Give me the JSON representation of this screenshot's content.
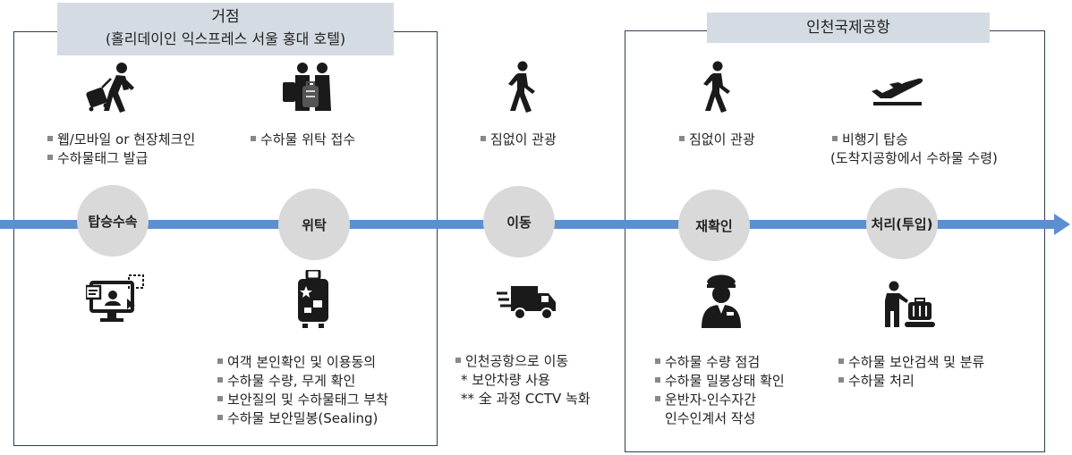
{
  "hub_box": {
    "title": "거점",
    "subtitle": "(홀리데이인 익스프레스 서울 홍대 호텔)"
  },
  "airport_box": {
    "title": "인천국제공항"
  },
  "steps": [
    "탑승수속",
    "위탁",
    "이동",
    "재확인",
    "처리(투입)"
  ],
  "top_texts": {
    "checkin": [
      "웹/모바일 or 현장체크인",
      "수하물태그 발급"
    ],
    "consign": [
      "수하물 위탁 접수"
    ],
    "move": [
      "짐없이 관광"
    ],
    "recheck": [
      "짐없이 관광"
    ],
    "board": [
      "비행기 탑승",
      "(도착지공항에서 수하물 수령)"
    ]
  },
  "bottom_texts": {
    "consign": [
      "여객 본인확인 및 이용동의",
      "수하물 수량, 무게 확인",
      "보안질의 및 수하물태그 부착",
      "수하물 보안밀봉(Sealing)"
    ],
    "move": [
      "인천공항으로 이동",
      "*  보안차량 사용",
      "** 全 과정 CCTV 녹화"
    ],
    "recheck": [
      "수하물 수량 점검",
      "수하물 밀봉상태 확인",
      "운반자-인수자간",
      "인수인계서 작성"
    ],
    "process": [
      "수하물 보안검색 및 분류",
      "수하물 처리"
    ]
  },
  "icons": {
    "top": [
      "traveler-luggage-icon",
      "luggage-handover-icon",
      "walking-person-icon",
      "walking-person-icon",
      "airplane-takeoff-icon"
    ],
    "bottom": [
      "online-checkin-icon",
      "sealed-suitcase-icon",
      "truck-icon",
      "security-officer-icon",
      "baggage-conveyor-icon"
    ]
  },
  "colors": {
    "arrow": "#5b8fd0",
    "step_circle": "#d9d9d9",
    "box_border": "#2f3f4f",
    "title_bg": "#d5dbe3"
  }
}
